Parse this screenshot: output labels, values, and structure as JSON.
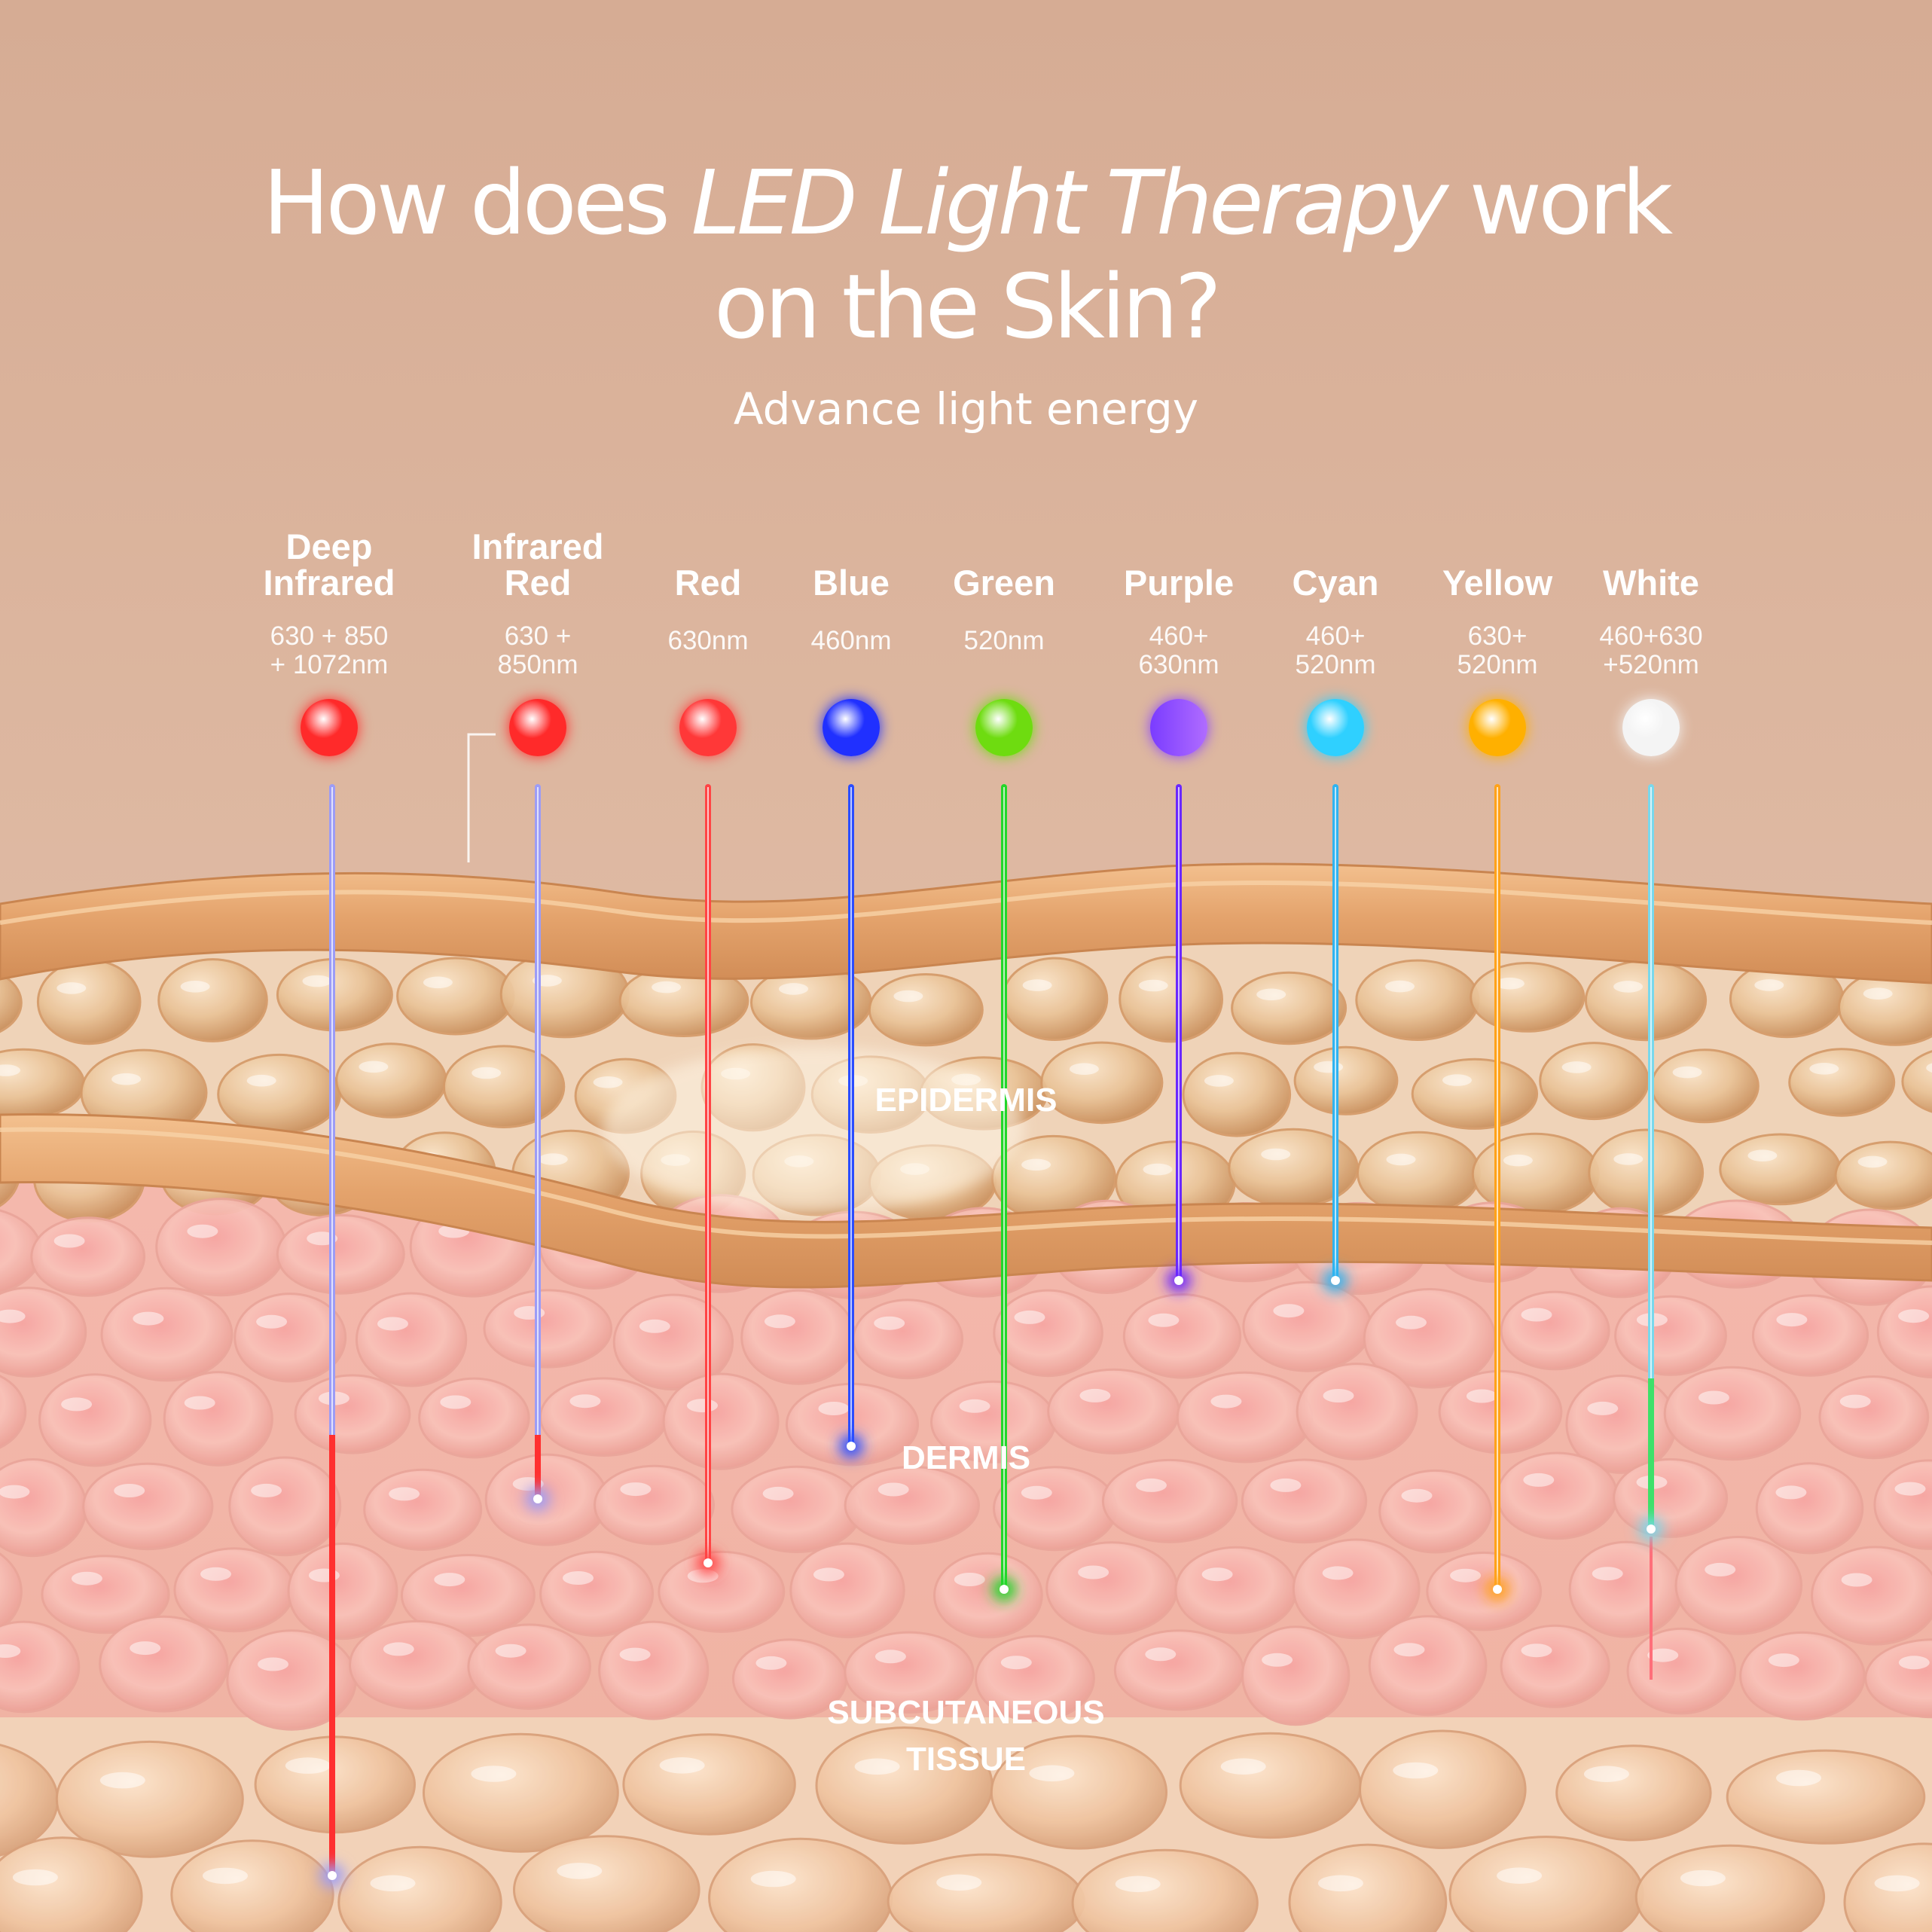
{
  "title": {
    "line1_before": "How does ",
    "line1_emphasis": "LED Light Therapy",
    "line1_after": " work",
    "line2": "on the Skin?"
  },
  "subtitle": "Advance light energy",
  "layers": {
    "epidermis": "EPIDERMIS",
    "dermis": "DERMIS",
    "subcutaneous_line1": "SUBCUTANEOUS",
    "subcutaneous_line2": "TISSUE"
  },
  "colors": {
    "background": "#d9b19a",
    "skin_band": "#e3a772",
    "epidermis_cells": "#eac7a1",
    "dermis_cells": "#f3a9a2",
    "subcutaneous_cells": "#efc4a6"
  },
  "lights": [
    {
      "name_line1": "Deep",
      "name_line2": "Infrared",
      "wave_line1": "630 + 850",
      "wave_line2": "+ 1072nm",
      "color": "#ff2a2a",
      "beam": "#9c9cf6",
      "depth_layer": "subcutaneous"
    },
    {
      "name_line1": "Infrared",
      "name_line2": "Red",
      "wave_line1": "630 +",
      "wave_line2": "850nm",
      "color": "#ff2a2a",
      "beam": "#9c9cf6",
      "depth_layer": "dermis"
    },
    {
      "name_line1": "",
      "name_line2": "Red",
      "wave_line1": "630nm",
      "wave_line2": "",
      "color": "#ff3838",
      "beam": "#ff4444",
      "depth_layer": "dermis"
    },
    {
      "name_line1": "",
      "name_line2": "Blue",
      "wave_line1": "460nm",
      "wave_line2": "",
      "color": "#2030ff",
      "beam": "#2a4dff",
      "depth_layer": "dermis"
    },
    {
      "name_line1": "",
      "name_line2": "Green",
      "wave_line1": "520nm",
      "wave_line2": "",
      "color": "#6edc10",
      "beam": "#22d62a",
      "depth_layer": "dermis"
    },
    {
      "name_line1": "",
      "name_line2": "Purple",
      "wave_line1": "460+",
      "wave_line2": "630nm",
      "color": "#8a45ff",
      "beam": "#6a28ff",
      "depth_layer": "epidermis"
    },
    {
      "name_line1": "",
      "name_line2": "Cyan",
      "wave_line1": "460+",
      "wave_line2": "520nm",
      "color": "#2fd0ff",
      "beam": "#2fb3f0",
      "depth_layer": "epidermis"
    },
    {
      "name_line1": "",
      "name_line2": "Yellow",
      "wave_line1": "630+",
      "wave_line2": "520nm",
      "color": "#ffb000",
      "beam": "#ffa21a",
      "depth_layer": "dermis"
    },
    {
      "name_line1": "",
      "name_line2": "White",
      "wave_line1": "460+630",
      "wave_line2": "+520nm",
      "color": "#f4f4f4",
      "beam": "#79d8ec",
      "depth_layer": "dermis"
    }
  ]
}
